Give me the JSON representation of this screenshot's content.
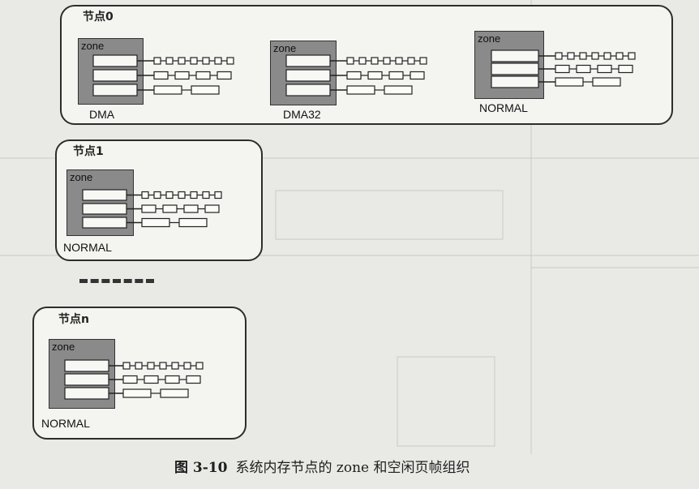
{
  "nodes": [
    {
      "title": "节点0",
      "zones": [
        {
          "label": "zone",
          "name": "DMA"
        },
        {
          "label": "zone",
          "name": "DMA32"
        },
        {
          "label": "zone",
          "name": "NORMAL"
        }
      ]
    },
    {
      "title": "节点1",
      "zones": [
        {
          "label": "zone",
          "name": "NORMAL"
        }
      ]
    },
    {
      "title": "节点n",
      "zones": [
        {
          "label": "zone",
          "name": "NORMAL"
        }
      ]
    }
  ],
  "caption": {
    "figure_number": "图 3-10",
    "text": "系统内存节点的 zone 和空闲页帧组织"
  }
}
